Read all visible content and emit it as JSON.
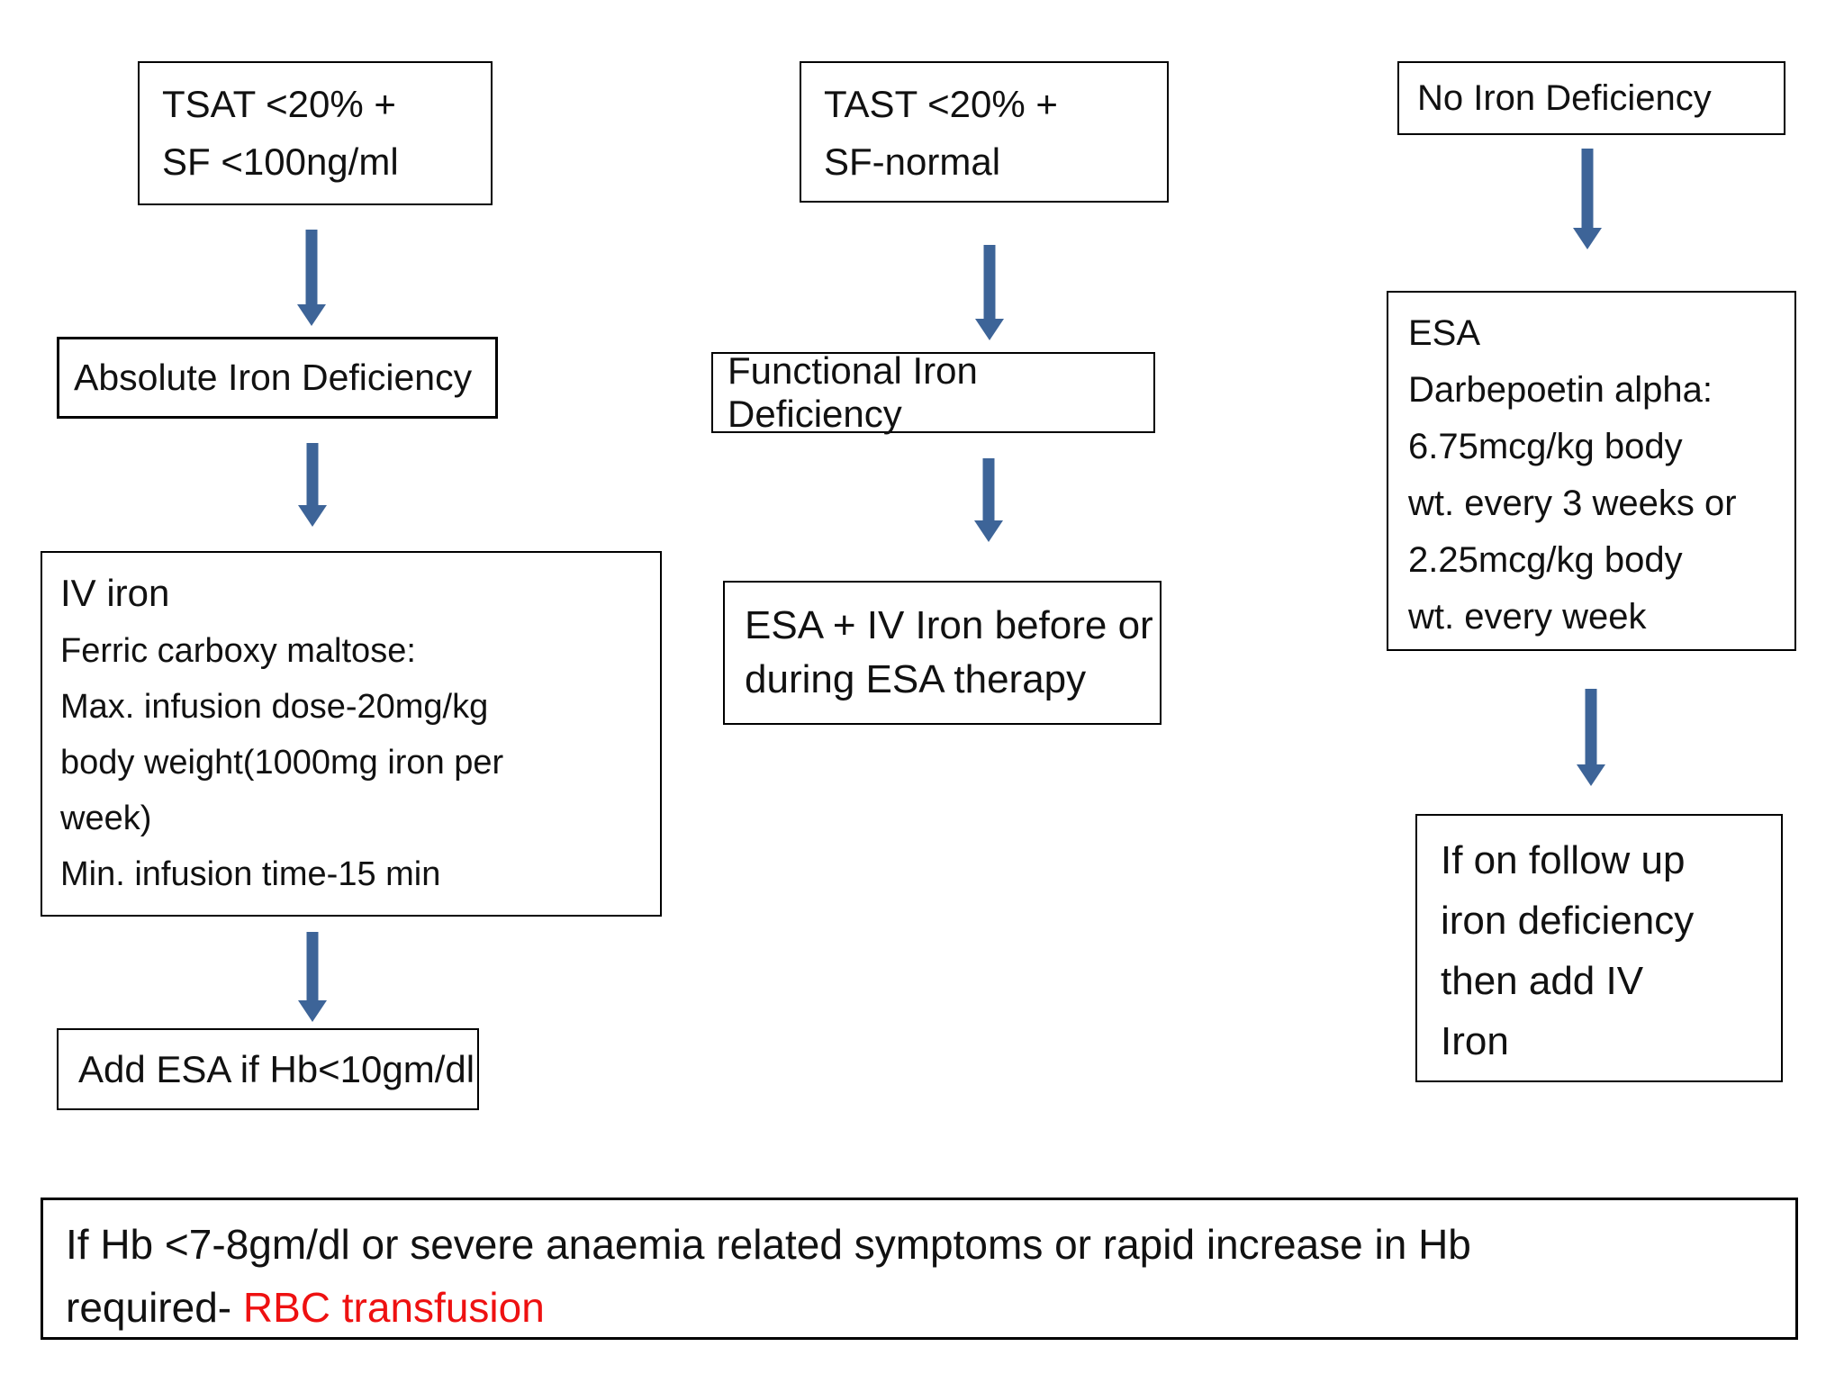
{
  "colors": {
    "arrow_blue": "#3d6498",
    "alert_red": "#ee1111",
    "box_border": "#000000",
    "background": "#ffffff"
  },
  "flowchart": {
    "left_column": {
      "criteria_box": {
        "lines": [
          "TSAT <20% +",
          "SF <100ng/ml"
        ]
      },
      "diagnosis_box": {
        "label": "Absolute Iron Deficiency"
      },
      "treatment_box": {
        "heading": "IV iron",
        "lines": [
          "Ferric carboxy maltose:",
          "Max. infusion dose-20mg/kg",
          "body weight(1000mg iron per",
          "week)",
          "Min. infusion time-15 min"
        ]
      },
      "followup_box": {
        "label": "Add ESA if Hb<10gm/dl"
      }
    },
    "middle_column": {
      "criteria_box": {
        "lines": [
          "TAST <20% +",
          "SF-normal"
        ]
      },
      "diagnosis_box": {
        "label": "Functional Iron Deficiency"
      },
      "treatment_box": {
        "lines": [
          "ESA + IV Iron before or",
          "during ESA therapy"
        ]
      }
    },
    "right_column": {
      "criteria_box": {
        "label": "No Iron Deficiency"
      },
      "treatment_box": {
        "heading": "ESA",
        "lines": [
          "Darbepoetin alpha:",
          "6.75mcg/kg body",
          "wt. every 3 weeks or",
          "2.25mcg/kg body",
          "wt. every week"
        ]
      },
      "followup_box": {
        "lines": [
          "If on follow up",
          "iron deficiency",
          "then add IV",
          "Iron"
        ]
      }
    },
    "banner": {
      "line1": "If Hb <7-8gm/dl or severe anaemia related symptoms or rapid increase in Hb",
      "line2_prefix": "required- ",
      "line2_highlight": "RBC transfusion"
    }
  }
}
